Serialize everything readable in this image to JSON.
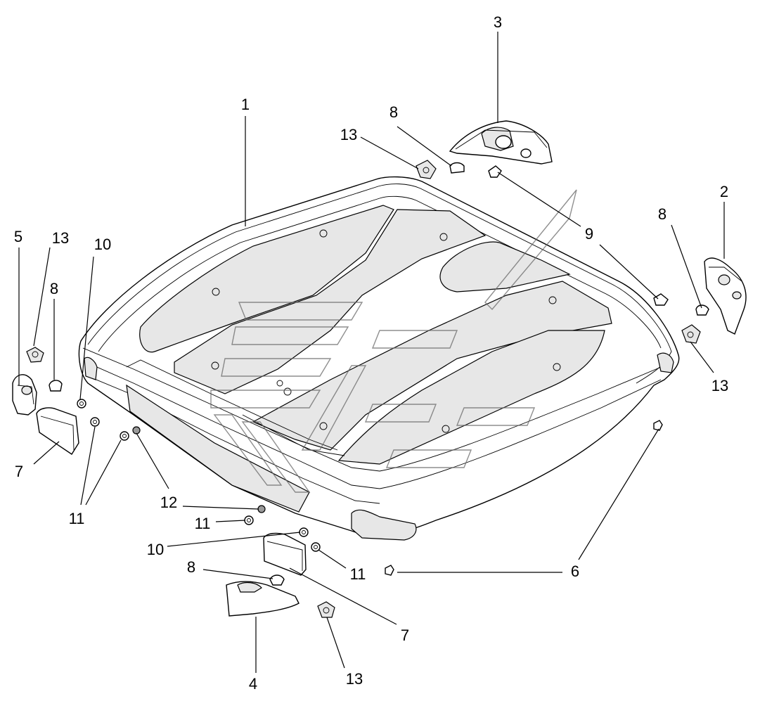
{
  "diagram": {
    "callouts": [
      {
        "id": "c1",
        "text": "1"
      },
      {
        "id": "c2",
        "text": "2"
      },
      {
        "id": "c3",
        "text": "3"
      },
      {
        "id": "c4",
        "text": "4"
      },
      {
        "id": "c5",
        "text": "5"
      },
      {
        "id": "c6",
        "text": "6"
      },
      {
        "id": "c7a",
        "text": "7"
      },
      {
        "id": "c7b",
        "text": "7"
      },
      {
        "id": "c8a",
        "text": "8"
      },
      {
        "id": "c8b",
        "text": "8"
      },
      {
        "id": "c8c",
        "text": "8"
      },
      {
        "id": "c8d",
        "text": "8"
      },
      {
        "id": "c9",
        "text": "9"
      },
      {
        "id": "c10a",
        "text": "10"
      },
      {
        "id": "c10b",
        "text": "10"
      },
      {
        "id": "c11a",
        "text": "11"
      },
      {
        "id": "c11b",
        "text": "11"
      },
      {
        "id": "c11c",
        "text": "11"
      },
      {
        "id": "c12",
        "text": "12"
      },
      {
        "id": "c13a",
        "text": "13"
      },
      {
        "id": "c13b",
        "text": "13"
      },
      {
        "id": "c13c",
        "text": "13"
      },
      {
        "id": "c13d",
        "text": "13"
      }
    ],
    "colors": {
      "line": "#000000",
      "fill": "#ffffff",
      "shade": "#e7e7e7",
      "watermark": "#6a6a6a"
    }
  }
}
